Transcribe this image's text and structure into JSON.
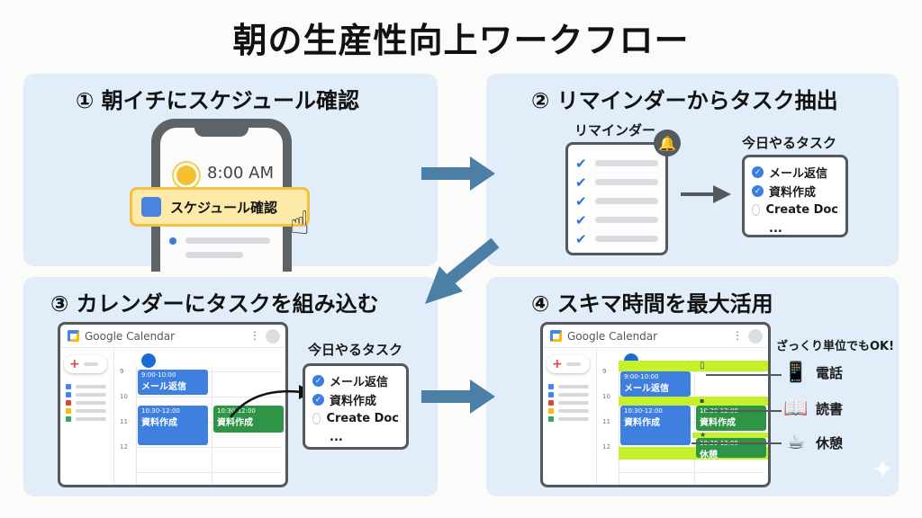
{
  "title": "朝の生産性向上ワークフロー",
  "colors": {
    "panel_bg": "#e1edf8",
    "arrow": "#4b7fa6",
    "event_blue": "#3f7fe0",
    "event_green": "#2e9446",
    "gap_highlight": "#c5f12a",
    "highlight_card": "#fde9a8"
  },
  "steps": [
    {
      "title": "① 朝イチにスケジュール確認",
      "phone": {
        "time": "8:00 AM",
        "weather_icon": "sun-icon",
        "card_label": "スケジュール確認",
        "pointer_icon": "hand-pointer-icon"
      }
    },
    {
      "title": "② リマインダーからタスク抽出",
      "reminder_label": "リマインダー",
      "reminder_rows": 5,
      "reminder_icon": "bell-icon",
      "task_list_title": "今日やるタスク",
      "tasks": [
        {
          "label": "メール返信",
          "checked": true
        },
        {
          "label": "資料作成",
          "checked": true
        },
        {
          "label": "Create Doc",
          "checked": false
        }
      ],
      "tasks_more": "..."
    },
    {
      "title": "③ カレンダーにタスクを組み込む",
      "calendar": {
        "app_name": "Google Calendar",
        "hours": [
          "9",
          "10",
          "11",
          "12"
        ],
        "events": [
          {
            "time": "9:00-10:00",
            "title": "メール返信",
            "color": "blue"
          },
          {
            "time": "10:30-12:00",
            "title": "資料作成",
            "color": "blue"
          },
          {
            "time": "10:30-12:00",
            "title": "資料作成",
            "color": "green"
          }
        ]
      },
      "task_list_title": "今日やるタスク",
      "tasks": [
        {
          "label": "メール返信",
          "checked": true
        },
        {
          "label": "資料作成",
          "checked": true
        },
        {
          "label": "Create Doc",
          "checked": false
        }
      ],
      "tasks_more": "..."
    },
    {
      "title": "④ スキマ時間を最大活用",
      "calendar": {
        "app_name": "Google Calendar",
        "hours": [
          "9",
          "10",
          "11",
          "12"
        ],
        "events": [
          {
            "time": "9:00-10:00",
            "title": "メール返信",
            "color": "blue"
          },
          {
            "time": "10:30-12:00",
            "title": "資料作成",
            "color": "blue"
          },
          {
            "time": "10:30-12:00",
            "title": "資料作成",
            "color": "green"
          },
          {
            "time": "10:30-12:00",
            "title": "休憩",
            "color": "green"
          }
        ]
      },
      "note": "ざっくり単位でもOK!",
      "gap_uses": [
        {
          "icon": "phone-icon",
          "label": "電話"
        },
        {
          "icon": "book-icon",
          "label": "読書"
        },
        {
          "icon": "coffee-icon",
          "label": "休憩"
        }
      ]
    }
  ]
}
